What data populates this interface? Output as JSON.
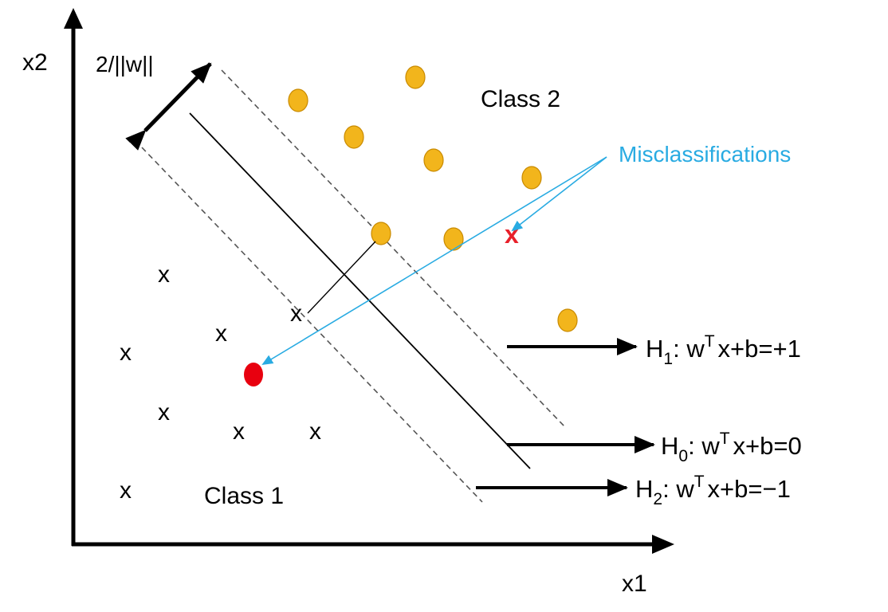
{
  "axes": {
    "x_label": "x1",
    "y_label": "x2"
  },
  "margin_label": "2/||w||",
  "classes": {
    "class1_label": "Class 1",
    "class2_label": "Class 2"
  },
  "class1_marker": "x",
  "misclassification": {
    "label": "Misclassifications",
    "wrong_x_marker": "x"
  },
  "hyperplanes": {
    "h1": {
      "name": "H",
      "sub": "1",
      "w": "w",
      "sup": "T",
      "rest": "x+b=+1",
      "colon": ": "
    },
    "h0": {
      "name": "H",
      "sub": "0",
      "w": "w",
      "sup": "T",
      "rest": "x+b=0",
      "colon": ": "
    },
    "h2": {
      "name": "H",
      "sub": "2",
      "w": "w",
      "sup": "T",
      "rest": "x+b=−1",
      "colon": ": "
    }
  },
  "colors": {
    "class2_point": "#f2b51c",
    "class2_point_stroke": "#c98a00",
    "misclassified_point": "#e8000f",
    "misclassified_x": "#e8202a",
    "annotation": "#29abe2",
    "ink": "#000000",
    "dashed_line": "#555555"
  }
}
